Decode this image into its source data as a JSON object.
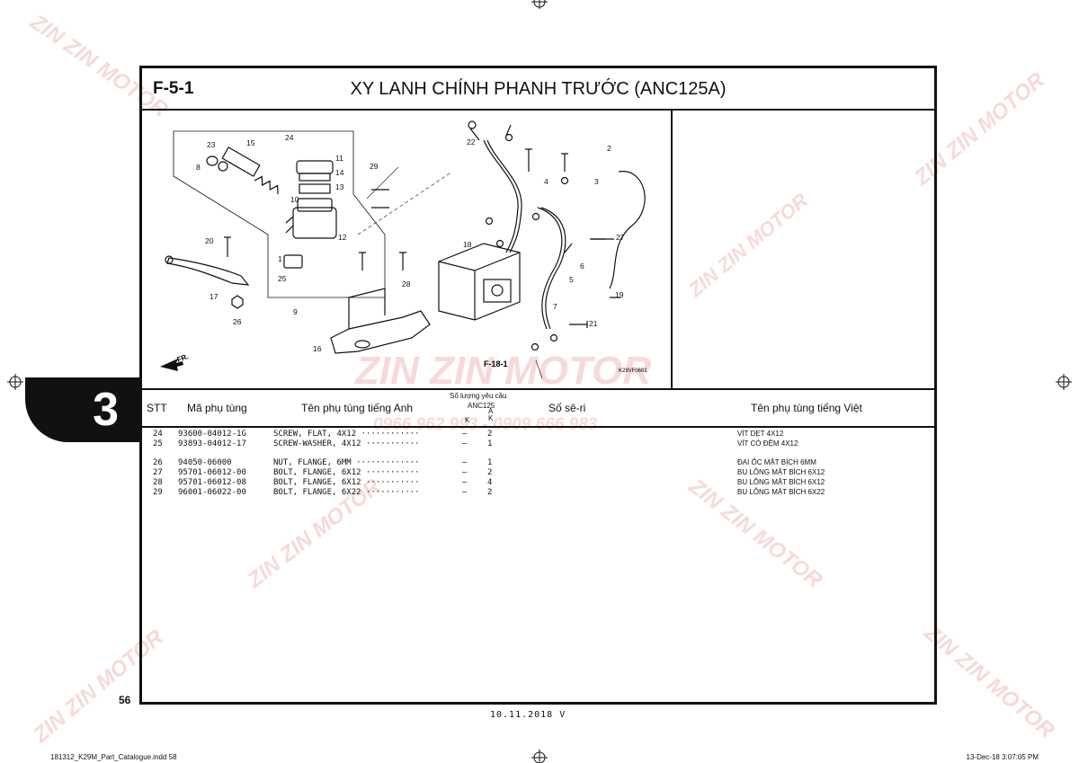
{
  "header": {
    "code": "F-5-1",
    "title": "XY LANH CHÍNH PHANH TRƯỚC (ANC125A)"
  },
  "diagram": {
    "ref_code": "K29VF0601",
    "fr_label": "FR.",
    "see_label": "F-18-1",
    "callouts": [
      "1",
      "2",
      "3",
      "4",
      "5",
      "6",
      "7",
      "8",
      "9",
      "10",
      "11",
      "12",
      "13",
      "14",
      "15",
      "16",
      "17",
      "18",
      "19",
      "20",
      "21",
      "22",
      "23",
      "24",
      "25",
      "26",
      "27",
      "28",
      "29"
    ]
  },
  "table": {
    "headers": {
      "stt": "STT",
      "part_no": "Mã phụ tùng",
      "name_en": "Tên phụ tùng tiếng Anh",
      "qty_title": "Số lượng yêu cầu",
      "model": "ANC125",
      "col_k": "K",
      "col_ak": "A\nK",
      "serial": "Số sê-ri",
      "name_vi": "Tên phụ tùng tiếng Việt"
    },
    "rows": [
      {
        "stt": "24",
        "part_no": "93600-04012-1G",
        "name_en": "SCREW, FLAT, 4X12 ············",
        "k": "–",
        "ak": "2",
        "name_vi": "VÍT DẸT 4X12"
      },
      {
        "stt": "25",
        "part_no": "93893-04012-17",
        "name_en": "SCREW-WASHER, 4X12 ···········",
        "k": "–",
        "ak": "1",
        "name_vi": "VÍT CÓ ĐỆM 4X12"
      },
      {
        "stt": "26",
        "part_no": "94050-06000",
        "name_en": "NUT, FLANGE, 6MM ·············",
        "k": "–",
        "ak": "1",
        "name_vi": "ĐAI ỐC MẶT BÍCH 6MM"
      },
      {
        "stt": "27",
        "part_no": "95701-06012-00",
        "name_en": "BOLT, FLANGE, 6X12 ···········",
        "k": "–",
        "ak": "2",
        "name_vi": "BU LÔNG MẶT BÍCH 6X12"
      },
      {
        "stt": "28",
        "part_no": "95701-06012-08",
        "name_en": "BOLT, FLANGE, 6X12 ···········",
        "k": "–",
        "ak": "4",
        "name_vi": "BU LÔNG MẶT BÍCH 6X12"
      },
      {
        "stt": "29",
        "part_no": "96001-06022-00",
        "name_en": "BOLT, FLANGE, 6X22 ···········",
        "k": "–",
        "ak": "2",
        "name_vi": "BU LÔNG MẶT BÍCH 6X22"
      }
    ]
  },
  "side_tab": "3",
  "page_number": "56",
  "print_date": "10.11.2018   V",
  "footer": {
    "left": "181312_K29M_Part_Catalogue.indd   58",
    "right": "13-Dec-18   3:07:05 PM"
  },
  "watermark": {
    "brand": "ZIN ZIN MOTOR",
    "phone": "0966 962 993 - 0909 666 983"
  }
}
